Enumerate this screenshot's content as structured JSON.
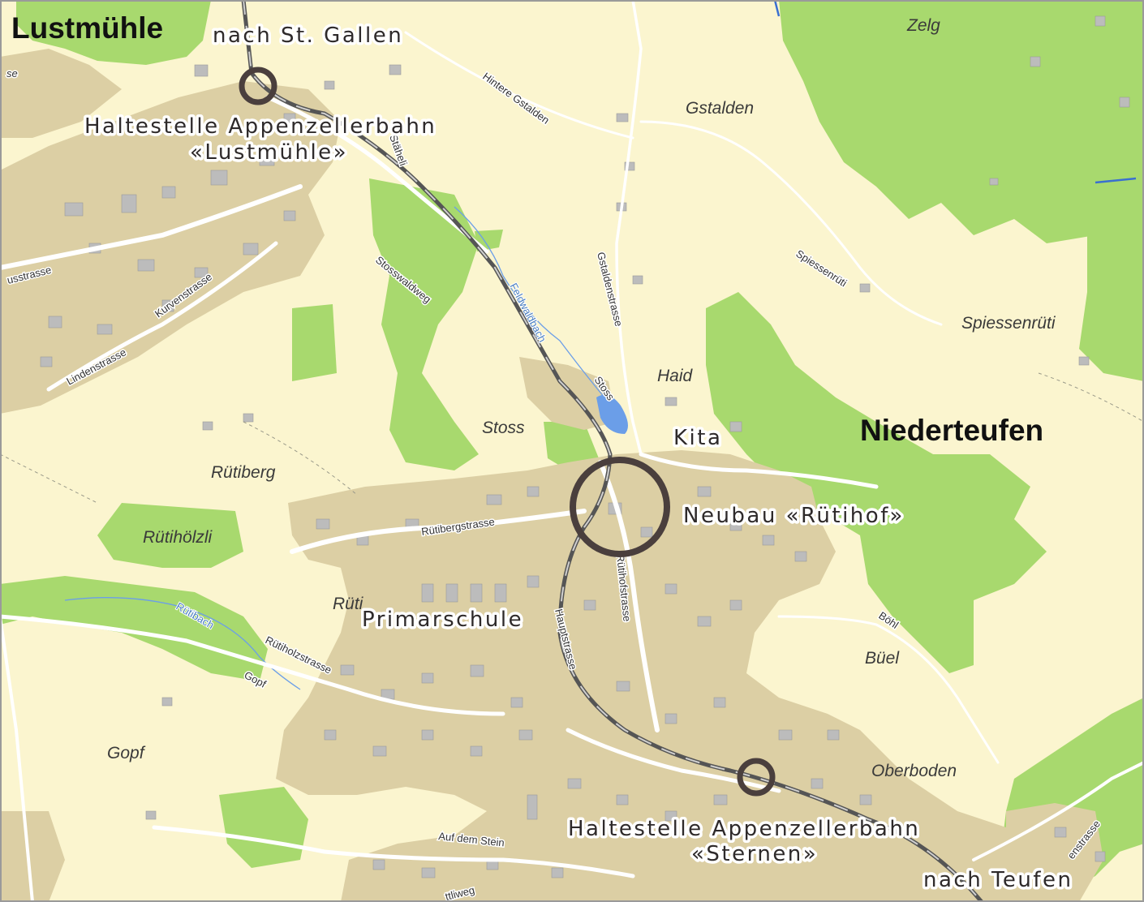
{
  "places": {
    "lustmuehle": "Lustmühle",
    "niederteufen": "Niederteufen",
    "zelg": "Zelg",
    "gstalden": "Gstalden",
    "spiessenrueti": "Spiessenrüti",
    "haid": "Haid",
    "stoss": "Stoss",
    "ruetiberg": "Rütiberg",
    "ruetiholzli": "Rütihölzli",
    "rueti": "Rüti",
    "bueel": "Büel",
    "oberboden": "Oberboden",
    "gopf": "Gopf",
    "gopf_small": "Gopf"
  },
  "streets": {
    "hintere_gstalden": "Hintere Gstalden",
    "staehli": "Stäheli",
    "gstaldenstrasse": "Gstaldenstrasse",
    "spiessenrueti": "Spiessenrüti",
    "stosswaldweg": "Stosswaldweg",
    "kurvenstrasse": "Kurvenstrasse",
    "lindenstrasse": "Lindenstrasse",
    "usstrasse": "usstrasse",
    "stoss_road": "Stoss",
    "ruetibergstrasse": "Rütibergstrasse",
    "ruetihofstrasse": "Rütihofstrasse",
    "hauptstrasse": "Hauptstrasse",
    "ruetiholzstrasse": "Rütiholzstrasse",
    "boehl": "Böhl",
    "auf_dem_stein": "Auf dem Stein",
    "ttliweg": "ttliweg",
    "enstrasse": "enstrasse",
    "se": "se"
  },
  "waters": {
    "feldwaldbach": "Feldwaldbach",
    "ruetibach": "Rütibach"
  },
  "callouts": {
    "nach_st_gallen": "nach St. Gallen",
    "haltestelle_lustmuehle_1": "Haltestelle Appenzellerbahn",
    "haltestelle_lustmuehle_2": "«Lustmühle»",
    "kita": "Kita",
    "neubau": "Neubau «Rütihof»",
    "primarschule": "Primarschule",
    "haltestelle_sternen_1": "Haltestelle Appenzellerbahn",
    "haltestelle_sternen_2": "«Sternen»",
    "nach_teufen": "nach Teufen"
  },
  "colors": {
    "background": "#fbf5cf",
    "forest": "#a8d96e",
    "settlement": "#dccfa4",
    "building": "#b8b8b8",
    "road": "#ffffff",
    "railway": "#555555",
    "water": "#6b9ee8",
    "marker": "#4a3f3d"
  }
}
